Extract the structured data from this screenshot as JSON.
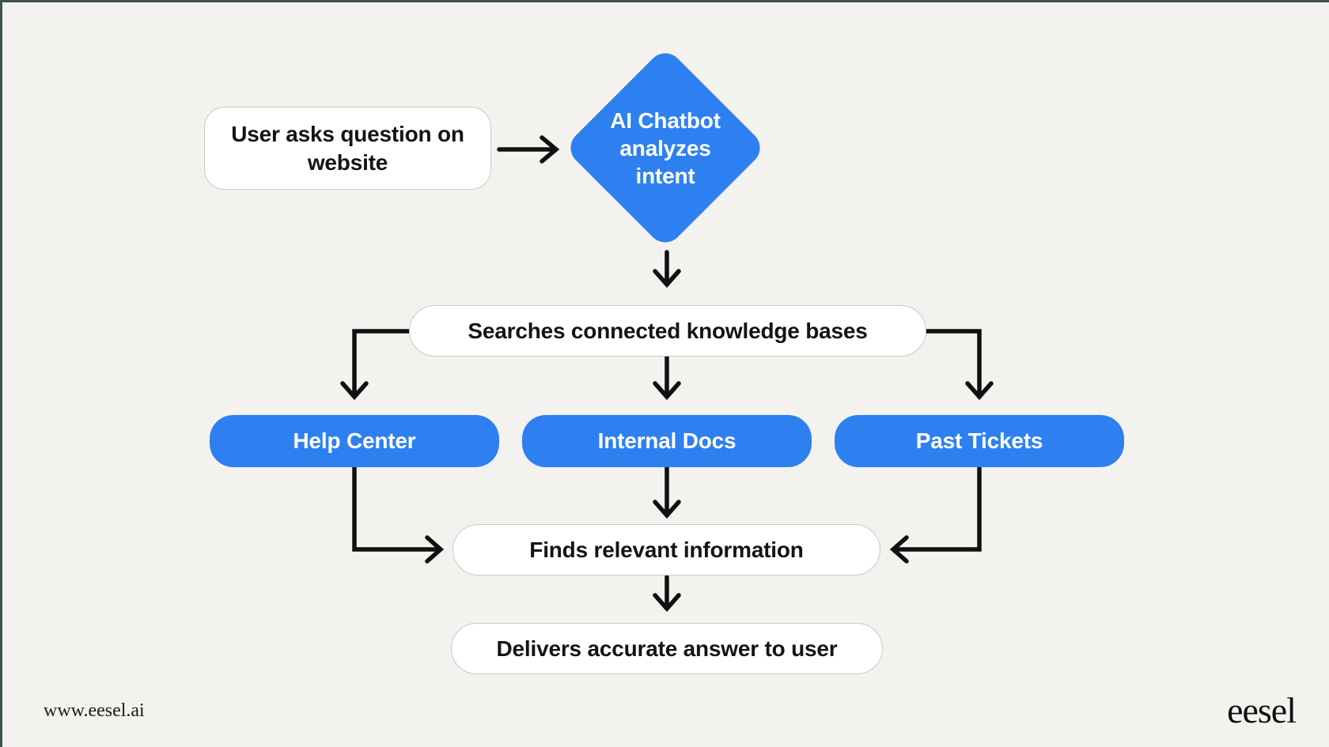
{
  "page": {
    "background_color": "#F4F2EF",
    "frame_color": "#3E5154"
  },
  "diagram": {
    "colors": {
      "accent_blue": "#2E80F0",
      "arrow_black": "#101010",
      "node_fill_white": "#FFFFFF",
      "node_border_gray": "#C9C9C9",
      "text_dark": "#141414"
    },
    "nodes": {
      "start": {
        "label": "User asks question on website"
      },
      "decision": {
        "label": "AI Chatbot analyzes intent"
      },
      "search": {
        "label": "Searches connected knowledge bases"
      },
      "sources": [
        {
          "label": "Help Center"
        },
        {
          "label": "Internal Docs"
        },
        {
          "label": "Past Tickets"
        }
      ],
      "finds": {
        "label": "Finds relevant information"
      },
      "delivers": {
        "label": "Delivers accurate answer to user"
      }
    }
  },
  "footer": {
    "website_url": "www.eesel.ai",
    "brand_wordmark": "eesel"
  }
}
